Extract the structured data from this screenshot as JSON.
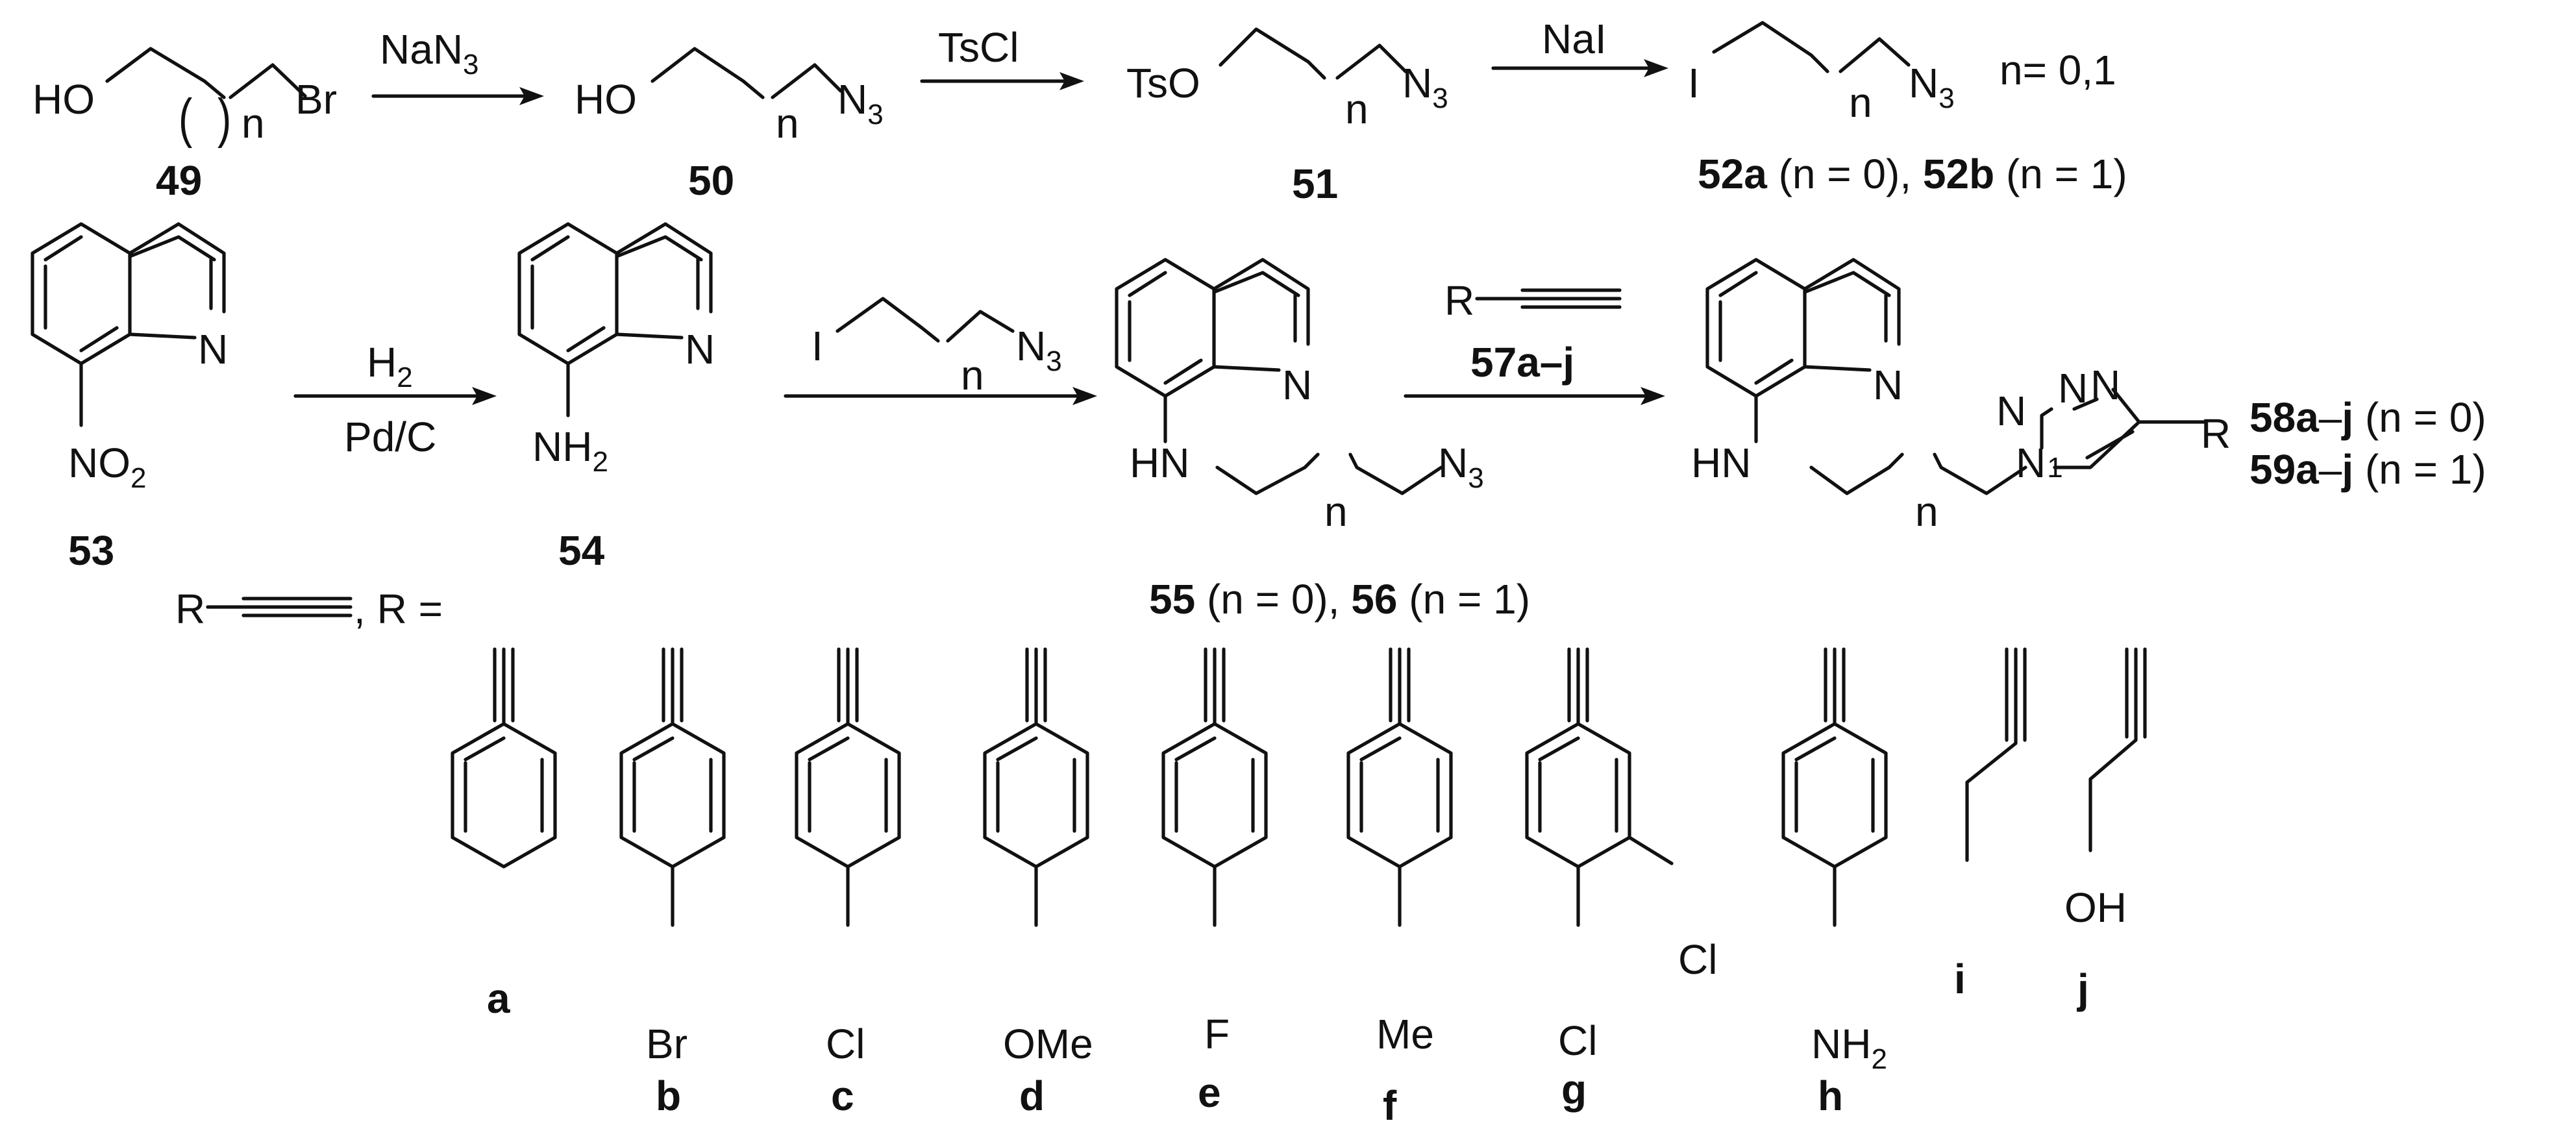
{
  "row1": {
    "c49": {
      "ho": "HO",
      "n": "n",
      "br": "Br",
      "label": "49"
    },
    "arrow1": {
      "reagent": "NaN",
      "sub": "3"
    },
    "c50": {
      "ho": "HO",
      "n": "n",
      "az": "N",
      "az_sub": "3",
      "label": "50"
    },
    "arrow2": {
      "reagent": "TsCl"
    },
    "c51": {
      "tso": "TsO",
      "n": "n",
      "az": "N",
      "az_sub": "3",
      "label": "51"
    },
    "arrow3": {
      "reagent": "NaI"
    },
    "c52": {
      "i": "I",
      "n": "n",
      "az": "N",
      "az_sub": "3",
      "nvals": "n= 0,1",
      "label_a": "52a",
      "cond_a": " (n = 0), ",
      "label_b": "52b",
      "cond_b": " (n = 1)"
    }
  },
  "row2": {
    "c53": {
      "n_ring": "N",
      "no2": "NO",
      "no2_sub": "2",
      "label": "53"
    },
    "arrow4": {
      "above": "H",
      "above_sub": "2",
      "below": "Pd/C"
    },
    "c54": {
      "n_ring": "N",
      "nh2": "NH",
      "nh2_sub": "2",
      "label": "54"
    },
    "arrow5": {
      "i": "I",
      "n": "n",
      "az": "N",
      "az_sub": "3"
    },
    "c55": {
      "n_ring": "N",
      "hn": "HN",
      "n": "n",
      "az": "N",
      "az_sub": "3",
      "label_a": "55",
      "cond_a": " (n = 0), ",
      "label_b": "56",
      "cond_b": " (n = 1)"
    },
    "arrow6": {
      "r": "R",
      "label": "57a",
      "label_tail": "–j"
    },
    "c58": {
      "n_ring": "N",
      "hn": "HN",
      "n": "n",
      "tn1": "N",
      "tn2": "N",
      "tn3": "N",
      "tn3_num": "1",
      "r": "R",
      "l1": "58a",
      "l1_dash": "–",
      "l1_j": "j",
      "l1_cond": " (n = 0)",
      "l2": "59a",
      "l2_dash": "–",
      "l2_j": "j",
      "l2_cond": " (n = 1)"
    }
  },
  "legend": {
    "r": "R",
    "tail": ", R =",
    "items": [
      {
        "id": "a",
        "sub": ""
      },
      {
        "id": "b",
        "sub": "Br"
      },
      {
        "id": "c",
        "sub": "Cl"
      },
      {
        "id": "d",
        "sub": "OMe"
      },
      {
        "id": "e",
        "sub": "F"
      },
      {
        "id": "f",
        "sub": "Me"
      },
      {
        "id": "g",
        "sub": "Cl",
        "sub2": "Cl"
      },
      {
        "id": "h",
        "sub": "NH",
        "sub_sub": "2"
      },
      {
        "id": "i"
      },
      {
        "id": "j",
        "sub": "OH"
      }
    ]
  }
}
